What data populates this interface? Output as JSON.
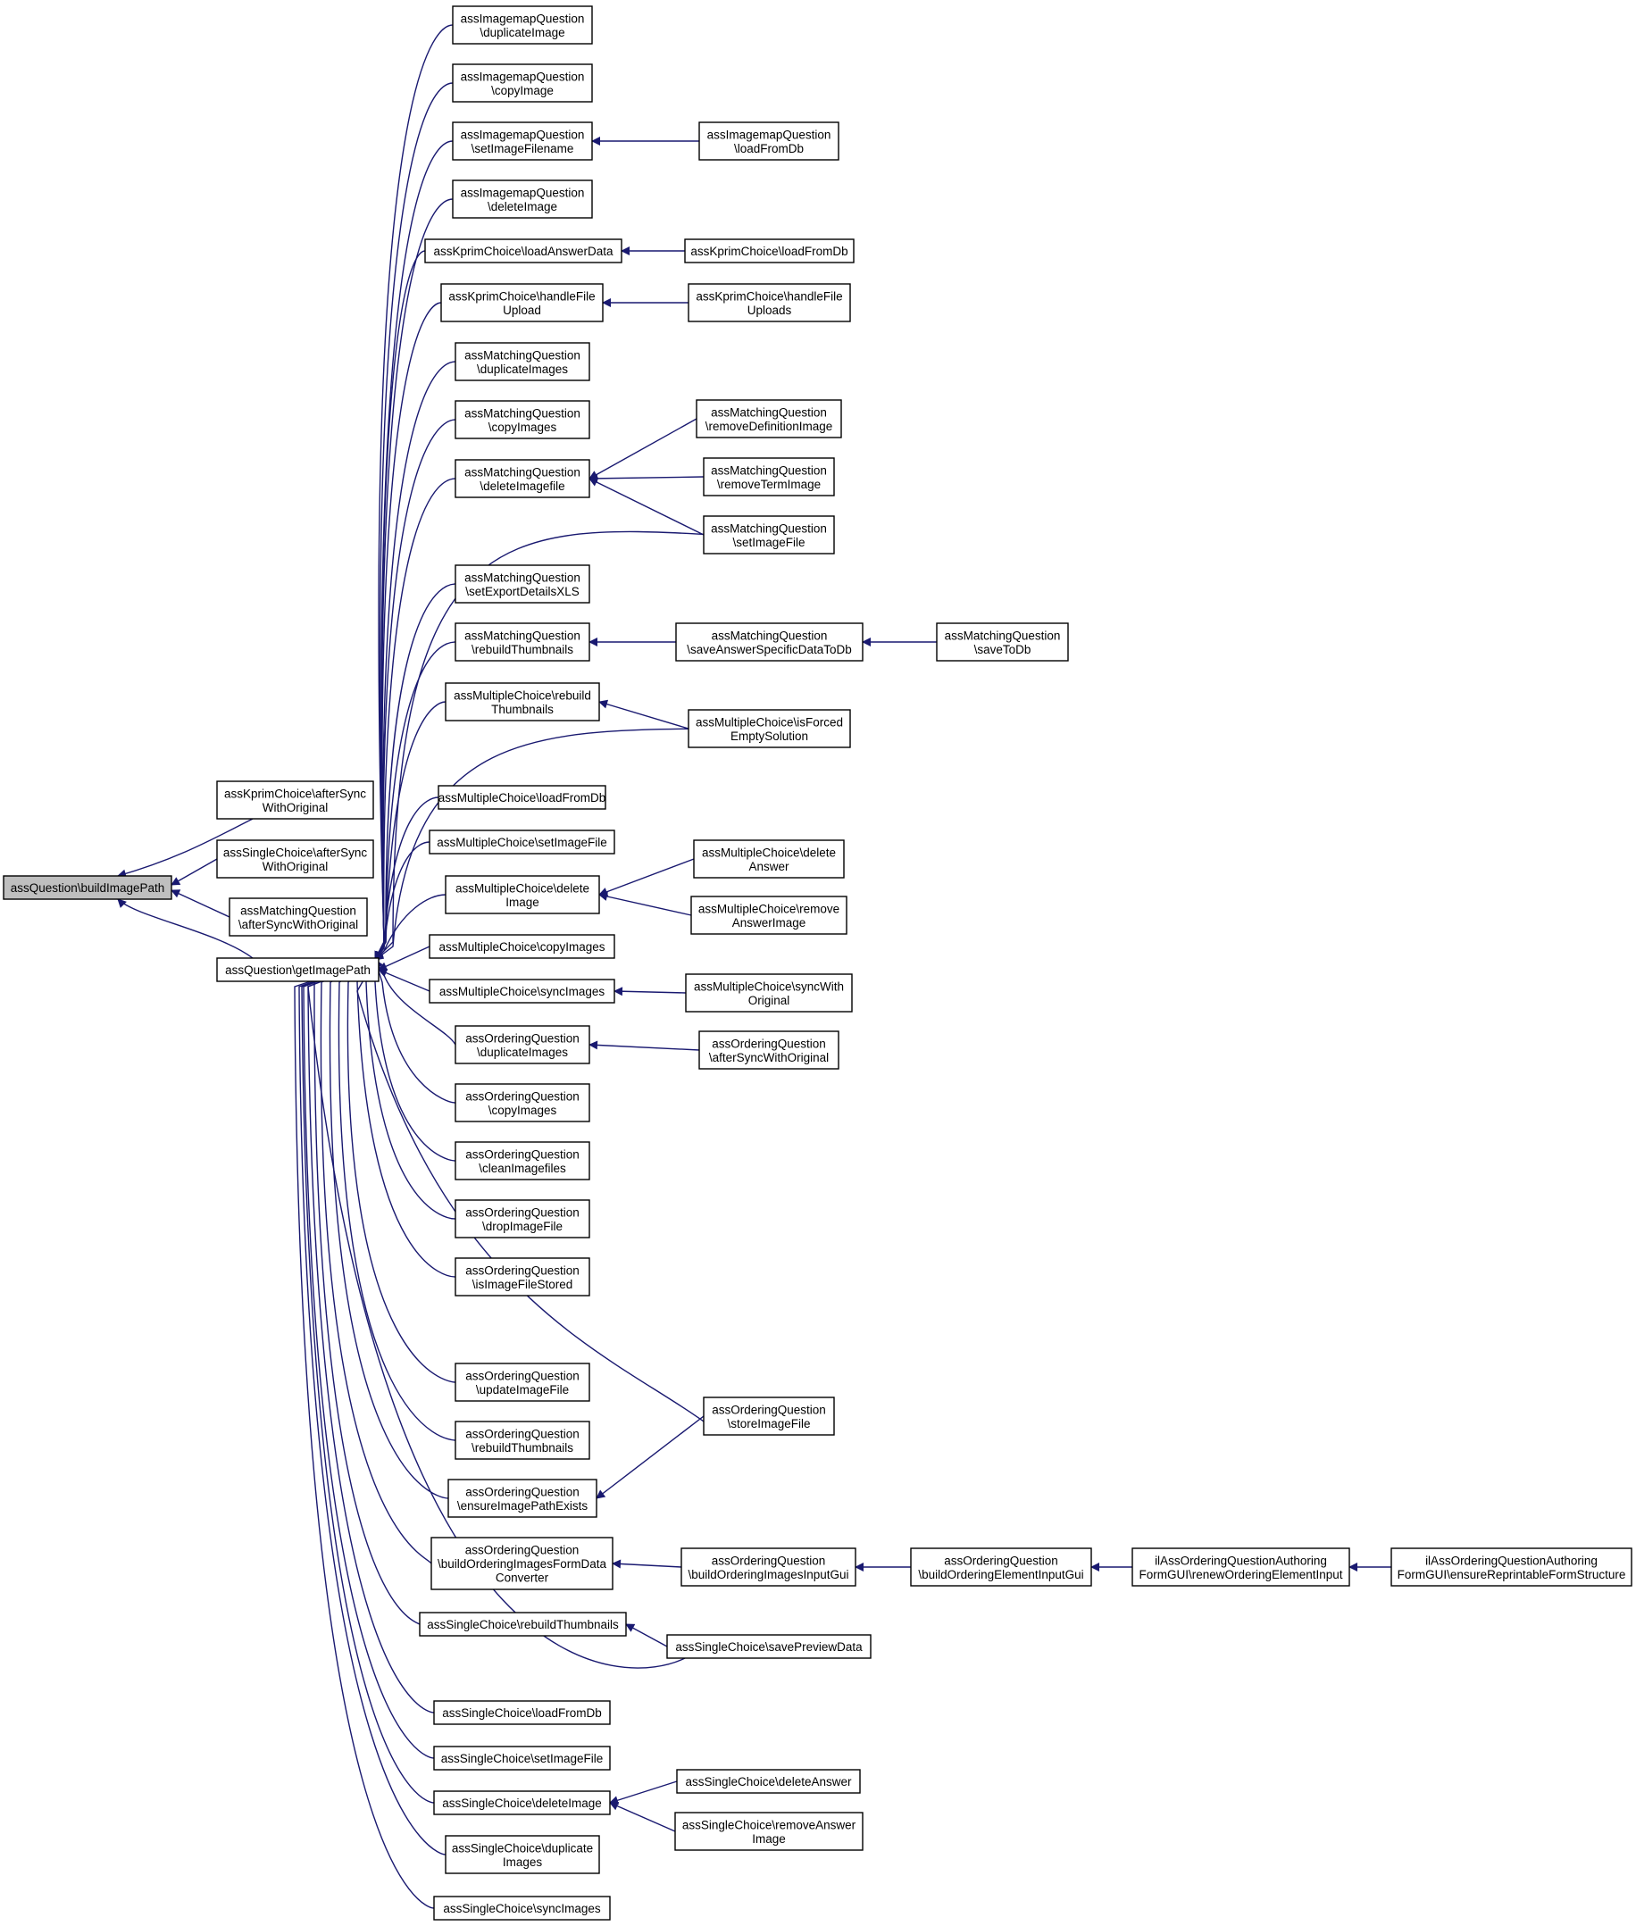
{
  "nodes": [
    {
      "id": "n0",
      "lines": [
        "assQuestion\\buildImagePath"
      ],
      "root": true
    },
    {
      "id": "n1",
      "lines": [
        "assKprimChoice\\afterSync",
        "WithOriginal"
      ]
    },
    {
      "id": "n2",
      "lines": [
        "assSingleChoice\\afterSync",
        "WithOriginal"
      ]
    },
    {
      "id": "n3",
      "lines": [
        "assMatchingQuestion",
        "\\afterSyncWithOriginal"
      ]
    },
    {
      "id": "n4",
      "lines": [
        "assQuestion\\getImagePath"
      ]
    },
    {
      "id": "n5",
      "lines": [
        "assImagemapQuestion",
        "\\duplicateImage"
      ]
    },
    {
      "id": "n6",
      "lines": [
        "assImagemapQuestion",
        "\\copyImage"
      ]
    },
    {
      "id": "n7",
      "lines": [
        "assImagemapQuestion",
        "\\setImageFilename"
      ]
    },
    {
      "id": "n8",
      "lines": [
        "assImagemapQuestion",
        "\\deleteImage"
      ]
    },
    {
      "id": "n9",
      "lines": [
        "assKprimChoice\\loadAnswerData"
      ]
    },
    {
      "id": "n10",
      "lines": [
        "assKprimChoice\\handleFile",
        "Upload"
      ]
    },
    {
      "id": "n11",
      "lines": [
        "assMatchingQuestion",
        "\\duplicateImages"
      ]
    },
    {
      "id": "n12",
      "lines": [
        "assMatchingQuestion",
        "\\copyImages"
      ]
    },
    {
      "id": "n13",
      "lines": [
        "assMatchingQuestion",
        "\\deleteImagefile"
      ]
    },
    {
      "id": "n14",
      "lines": [
        "assMatchingQuestion",
        "\\setExportDetailsXLS"
      ]
    },
    {
      "id": "n15",
      "lines": [
        "assMatchingQuestion",
        "\\rebuildThumbnails"
      ]
    },
    {
      "id": "n16",
      "lines": [
        "assMultipleChoice\\rebuild",
        "Thumbnails"
      ]
    },
    {
      "id": "n17",
      "lines": [
        "assMultipleChoice\\loadFromDb"
      ]
    },
    {
      "id": "n18",
      "lines": [
        "assMultipleChoice\\setImageFile"
      ]
    },
    {
      "id": "n19",
      "lines": [
        "assMultipleChoice\\delete",
        "Image"
      ]
    },
    {
      "id": "n20",
      "lines": [
        "assMultipleChoice\\copyImages"
      ]
    },
    {
      "id": "n21",
      "lines": [
        "assMultipleChoice\\syncImages"
      ]
    },
    {
      "id": "n22",
      "lines": [
        "assOrderingQuestion",
        "\\duplicateImages"
      ]
    },
    {
      "id": "n23",
      "lines": [
        "assOrderingQuestion",
        "\\copyImages"
      ]
    },
    {
      "id": "n24",
      "lines": [
        "assOrderingQuestion",
        "\\cleanImagefiles"
      ]
    },
    {
      "id": "n25",
      "lines": [
        "assOrderingQuestion",
        "\\dropImageFile"
      ]
    },
    {
      "id": "n26",
      "lines": [
        "assOrderingQuestion",
        "\\isImageFileStored"
      ]
    },
    {
      "id": "n27",
      "lines": [
        "assOrderingQuestion",
        "\\updateImageFile"
      ]
    },
    {
      "id": "n28",
      "lines": [
        "assOrderingQuestion",
        "\\rebuildThumbnails"
      ]
    },
    {
      "id": "n29",
      "lines": [
        "assOrderingQuestion",
        "\\ensureImagePathExists"
      ]
    },
    {
      "id": "n30",
      "lines": [
        "assOrderingQuestion",
        "\\buildOrderingImagesFormData",
        "Converter"
      ]
    },
    {
      "id": "n31",
      "lines": [
        "assSingleChoice\\rebuildThumbnails"
      ]
    },
    {
      "id": "n32",
      "lines": [
        "assSingleChoice\\loadFromDb"
      ]
    },
    {
      "id": "n33",
      "lines": [
        "assSingleChoice\\setImageFile"
      ]
    },
    {
      "id": "n34",
      "lines": [
        "assSingleChoice\\deleteImage"
      ]
    },
    {
      "id": "n35",
      "lines": [
        "assSingleChoice\\duplicate",
        "Images"
      ]
    },
    {
      "id": "n36",
      "lines": [
        "assSingleChoice\\syncImages"
      ]
    },
    {
      "id": "n37",
      "lines": [
        "assImagemapQuestion",
        "\\loadFromDb"
      ]
    },
    {
      "id": "n38",
      "lines": [
        "assKprimChoice\\loadFromDb"
      ]
    },
    {
      "id": "n39",
      "lines": [
        "assKprimChoice\\handleFile",
        "Uploads"
      ]
    },
    {
      "id": "n40",
      "lines": [
        "assMatchingQuestion",
        "\\removeDefinitionImage"
      ]
    },
    {
      "id": "n41",
      "lines": [
        "assMatchingQuestion",
        "\\removeTermImage"
      ]
    },
    {
      "id": "n42",
      "lines": [
        "assMatchingQuestion",
        "\\setImageFile"
      ]
    },
    {
      "id": "n43",
      "lines": [
        "assMatchingQuestion",
        "\\saveAnswerSpecificDataToDb"
      ]
    },
    {
      "id": "n44",
      "lines": [
        "assMatchingQuestion",
        "\\saveToDb"
      ]
    },
    {
      "id": "n45",
      "lines": [
        "assMultipleChoice\\isForced",
        "EmptySolution"
      ]
    },
    {
      "id": "n46",
      "lines": [
        "assMultipleChoice\\delete",
        "Answer"
      ]
    },
    {
      "id": "n47",
      "lines": [
        "assMultipleChoice\\remove",
        "AnswerImage"
      ]
    },
    {
      "id": "n48",
      "lines": [
        "assMultipleChoice\\syncWith",
        "Original"
      ]
    },
    {
      "id": "n49",
      "lines": [
        "assOrderingQuestion",
        "\\afterSyncWithOriginal"
      ]
    },
    {
      "id": "n50",
      "lines": [
        "assOrderingQuestion",
        "\\storeImageFile"
      ]
    },
    {
      "id": "n51",
      "lines": [
        "assOrderingQuestion",
        "\\buildOrderingImagesInputGui"
      ]
    },
    {
      "id": "n52",
      "lines": [
        "assOrderingQuestion",
        "\\buildOrderingElementInputGui"
      ]
    },
    {
      "id": "n53",
      "lines": [
        "ilAssOrderingQuestionAuthoring",
        "FormGUI\\renewOrderingElementInput"
      ]
    },
    {
      "id": "n54",
      "lines": [
        "ilAssOrderingQuestionAuthoring",
        "FormGUI\\ensureReprintableFormStructure"
      ]
    },
    {
      "id": "n55",
      "lines": [
        "assSingleChoice\\savePreviewData"
      ]
    },
    {
      "id": "n56",
      "lines": [
        "assSingleChoice\\deleteAnswer"
      ]
    },
    {
      "id": "n57",
      "lines": [
        "assSingleChoice\\removeAnswer",
        "Image"
      ]
    }
  ],
  "edges": [
    {
      "from": "n1",
      "to": "n0"
    },
    {
      "from": "n2",
      "to": "n0"
    },
    {
      "from": "n3",
      "to": "n0"
    },
    {
      "from": "n4",
      "to": "n0"
    },
    {
      "from": "n5",
      "to": "n4"
    },
    {
      "from": "n6",
      "to": "n4"
    },
    {
      "from": "n7",
      "to": "n4"
    },
    {
      "from": "n8",
      "to": "n4"
    },
    {
      "from": "n9",
      "to": "n4"
    },
    {
      "from": "n10",
      "to": "n4"
    },
    {
      "from": "n11",
      "to": "n4"
    },
    {
      "from": "n12",
      "to": "n4"
    },
    {
      "from": "n13",
      "to": "n4"
    },
    {
      "from": "n42",
      "to": "n4"
    },
    {
      "from": "n14",
      "to": "n4"
    },
    {
      "from": "n15",
      "to": "n4"
    },
    {
      "from": "n16",
      "to": "n4"
    },
    {
      "from": "n45",
      "to": "n4"
    },
    {
      "from": "n17",
      "to": "n4"
    },
    {
      "from": "n18",
      "to": "n4"
    },
    {
      "from": "n19",
      "to": "n4"
    },
    {
      "from": "n20",
      "to": "n4"
    },
    {
      "from": "n21",
      "to": "n4"
    },
    {
      "from": "n22",
      "to": "n4"
    },
    {
      "from": "n23",
      "to": "n4"
    },
    {
      "from": "n24",
      "to": "n4"
    },
    {
      "from": "n25",
      "to": "n4"
    },
    {
      "from": "n26",
      "to": "n4"
    },
    {
      "from": "n50",
      "to": "n4"
    },
    {
      "from": "n27",
      "to": "n4"
    },
    {
      "from": "n28",
      "to": "n4"
    },
    {
      "from": "n29",
      "to": "n4"
    },
    {
      "from": "n30",
      "to": "n4"
    },
    {
      "from": "n31",
      "to": "n4"
    },
    {
      "from": "n55",
      "to": "n4"
    },
    {
      "from": "n32",
      "to": "n4"
    },
    {
      "from": "n33",
      "to": "n4"
    },
    {
      "from": "n34",
      "to": "n4"
    },
    {
      "from": "n35",
      "to": "n4"
    },
    {
      "from": "n36",
      "to": "n4"
    },
    {
      "from": "n37",
      "to": "n7"
    },
    {
      "from": "n38",
      "to": "n9"
    },
    {
      "from": "n39",
      "to": "n10"
    },
    {
      "from": "n40",
      "to": "n13"
    },
    {
      "from": "n41",
      "to": "n13"
    },
    {
      "from": "n42",
      "to": "n13"
    },
    {
      "from": "n43",
      "to": "n15"
    },
    {
      "from": "n44",
      "to": "n43"
    },
    {
      "from": "n45",
      "to": "n16"
    },
    {
      "from": "n46",
      "to": "n19"
    },
    {
      "from": "n47",
      "to": "n19"
    },
    {
      "from": "n48",
      "to": "n21"
    },
    {
      "from": "n49",
      "to": "n22"
    },
    {
      "from": "n50",
      "to": "n29"
    },
    {
      "from": "n51",
      "to": "n30"
    },
    {
      "from": "n52",
      "to": "n51"
    },
    {
      "from": "n53",
      "to": "n52"
    },
    {
      "from": "n54",
      "to": "n53"
    },
    {
      "from": "n55",
      "to": "n31"
    },
    {
      "from": "n56",
      "to": "n34"
    },
    {
      "from": "n57",
      "to": "n34"
    }
  ]
}
